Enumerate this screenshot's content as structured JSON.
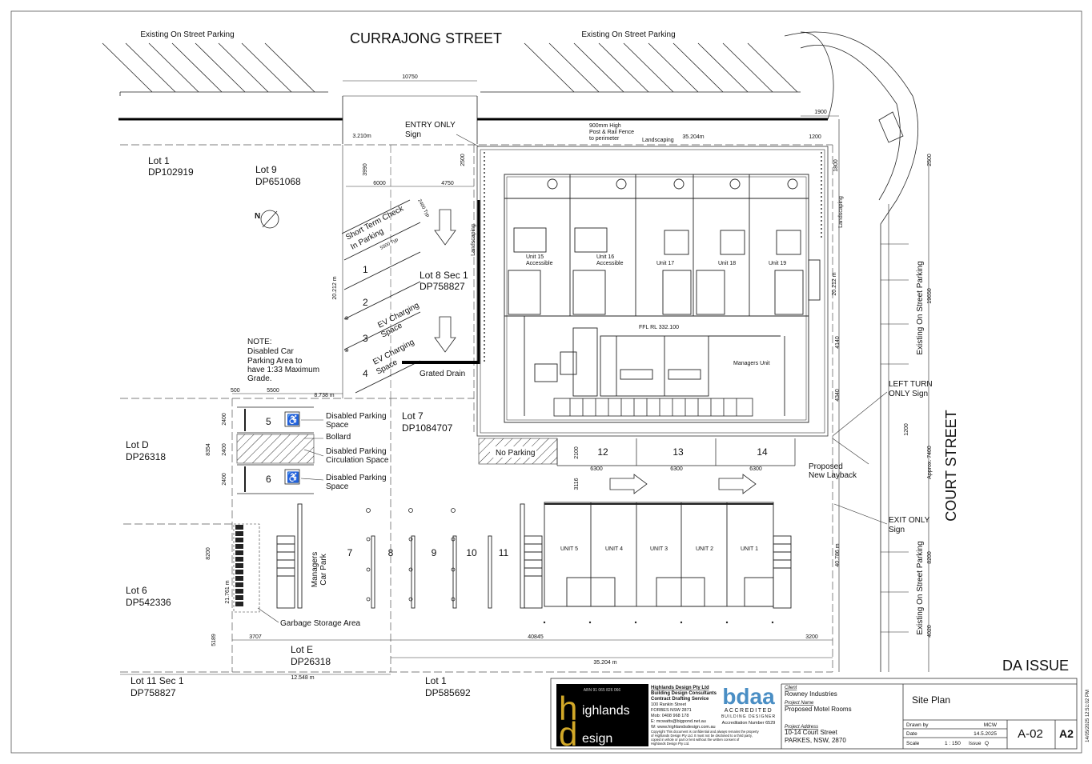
{
  "streets": {
    "north": "CURRAJONG STREET",
    "east": "COURT STREET"
  },
  "parking_notes": {
    "north_left": "Existing On Street Parking",
    "north_right": "Existing On Street Parking",
    "east_upper": "Existing On Street Parking",
    "east_lower": "Existing On Street Parking"
  },
  "lots": [
    {
      "name": "Lot 1",
      "dp": "DP102919"
    },
    {
      "name": "Lot 9",
      "dp": "DP651068"
    },
    {
      "name": "Lot 8 Sec 1",
      "dp": "DP758827"
    },
    {
      "name": "Lot 7",
      "dp": "DP1084707"
    },
    {
      "name": "Lot D",
      "dp": "DP26318"
    },
    {
      "name": "Lot 6",
      "dp": "DP542336"
    },
    {
      "name": "Lot E",
      "dp": "DP26318"
    },
    {
      "name": "Lot 11 Sec 1",
      "dp": "DP758827"
    },
    {
      "name": "Lot 1",
      "dp": "DP585692"
    }
  ],
  "signs": {
    "entry": [
      "ENTRY ONLY",
      "Sign"
    ],
    "left_turn": [
      "LEFT TURN",
      "ONLY Sign"
    ],
    "exit": [
      "EXIT ONLY",
      "Sign"
    ],
    "layback": [
      "Proposed",
      "New Layback"
    ],
    "fence": [
      "900mm High",
      "Post & Rail Fence",
      "to perimeter"
    ],
    "landscaping": "Landscaping",
    "grated_drain": "Grated Drain",
    "no_parking": "No Parking",
    "garbage": "Garbage Storage Area",
    "managers_car_park": [
      "Managers",
      "Car Park"
    ],
    "short_term": [
      "Short Term Check",
      "In Parking"
    ],
    "ev1": [
      "EV Charging",
      "Space"
    ],
    "ev2": [
      "EV Charging",
      "Space"
    ],
    "ffl": "FFL RL 332.100",
    "managers_unit": "Managers Unit",
    "north_symbol": "N"
  },
  "note": [
    "NOTE:",
    "Disabled Car",
    "Parking Area to",
    "have 1:33 Maximum",
    "Grade."
  ],
  "disabled_labels": [
    [
      "Disabled Parking",
      "Space"
    ],
    [
      "Bollard"
    ],
    [
      "Disabled Parking",
      "Circulation Space"
    ],
    [
      "Disabled Parking",
      "Space"
    ]
  ],
  "parking_numbers": [
    "1",
    "2",
    "3",
    "4",
    "5",
    "6",
    "7",
    "8",
    "9",
    "10",
    "11",
    "12",
    "13",
    "14"
  ],
  "units_north": [
    [
      "Unit 15",
      "Accessible"
    ],
    [
      "Unit 16",
      "Accessible"
    ],
    [
      "Unit 17"
    ],
    [
      "Unit 18"
    ],
    [
      "Unit 19"
    ]
  ],
  "units_south": [
    "UNIT 5",
    "UNIT 4",
    "UNIT 3",
    "UNIT 2",
    "UNIT 1"
  ],
  "dimensions": {
    "d10750": "10750",
    "d1900": "1900",
    "d35204a": "35.204m",
    "d1200": "1200",
    "d3210": "3.210m",
    "d3990": "3990",
    "d2500a": "2500",
    "d6000": "6000",
    "d4750": "4750",
    "d2400typ": "2400 Typ",
    "d5500typ": "5500 Typ",
    "d20212a": "20.212 m",
    "d20212b": "20.212 m",
    "d1800": "1800",
    "d2500b": "2500",
    "d19650": "19650",
    "d4140": "4140",
    "d4340": "4340",
    "d500": "500",
    "d5500": "5500",
    "d8738": "8.738 m",
    "d2400a": "2400",
    "d2400b": "2400",
    "d2400c": "2400",
    "d8354": "8354",
    "d2100": "2100",
    "d6300a": "6300",
    "d6300b": "6300",
    "d6300c": "6300",
    "d3116": "3116",
    "d1200b": "1200",
    "d7400": "Approx. 7400",
    "d8200a": "8200",
    "d21761": "21.761 m",
    "d40786": "40.786 m",
    "d8200b": "8200",
    "d5189": "5189",
    "d3707": "3707",
    "d40845": "40845",
    "d3200": "3200",
    "d4020": "4020",
    "d35204b": "35.204 m",
    "d12548": "12.548 m"
  },
  "da_issue": "DA ISSUE",
  "title_block": {
    "abn": "ABN 91 065 826 066",
    "logo_h": "h",
    "logo_ighlands": "ighlands",
    "logo_d": "d",
    "logo_esign": "esign",
    "firm_name": "Highlands Design Pty Ltd",
    "firm_line2": "Building Design Consultants",
    "firm_line3": "Contract Drafting Service",
    "address1": "100 Rankin Street",
    "address2": "FORBES NSW 2871",
    "mob": "Mob: 0408 968 178",
    "email": "E: mcwatts@bigpond.net.au",
    "web": "W: www.highlandsdesign.com.au",
    "copyright": [
      "Copyright This document is confidential and always remains the property",
      "of Highlands Design Pty Ltd. It must not be disclosed to a third party,",
      "copied in whole or part or lent without the written consent of",
      "Highlands Design Pty Ltd."
    ],
    "bdaa_logo": "bdaa",
    "bdaa_accredited": "ACCREDITED",
    "bdaa_designer": "BUILDING DESIGNER",
    "bdaa_number": "Accreditation Number 6529",
    "client_label": "Client",
    "client": "Rowney Industries",
    "project_name_label": "Project Name",
    "project_name": "Proposed Motel Rooms",
    "project_address_label": "Project Address",
    "project_address1": "10-14 Court Street",
    "project_address2": "PARKES, NSW, 2870",
    "sheet_title": "Site Plan",
    "drawn_by_label": "Drawn by",
    "drawn_by": "MCW",
    "date_label": "Date",
    "date": "14.5.2025",
    "scale_label": "Scale",
    "scale": "1 : 150",
    "issue_label": "Issue",
    "issue": "Q",
    "drawing_no": "A-02",
    "sheet_size": "A2"
  },
  "plot_stamp": "14/05/2025 12:51:02 PM"
}
